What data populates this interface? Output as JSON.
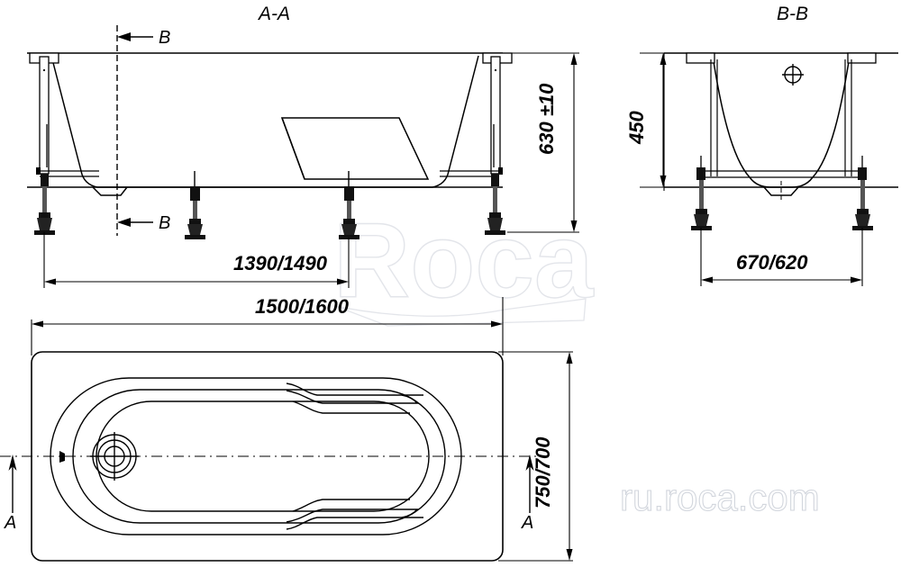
{
  "drawing": {
    "background_color": "#ffffff",
    "line_color": "#000000",
    "watermark_color": "#d2d6dd",
    "views": {
      "section_aa": {
        "title": "A-A"
      },
      "section_bb": {
        "title": "B-B"
      },
      "plan": {
        "title": ""
      }
    },
    "titles": {
      "section_aa": "A-A",
      "section_bb": "B-B"
    },
    "dimensions": {
      "aa_legs_span": "1390/1490",
      "aa_height": "630 ±10",
      "bb_legs_span": "670/620",
      "bb_height": "450",
      "plan_length": "1500/1600",
      "plan_width": "750/700"
    },
    "section_markers": {
      "b_top": "B",
      "b_bottom": "B",
      "a_left": "A",
      "a_right": "A"
    },
    "watermarks": {
      "logo": "Roca",
      "url": "ru.roca.com"
    }
  }
}
